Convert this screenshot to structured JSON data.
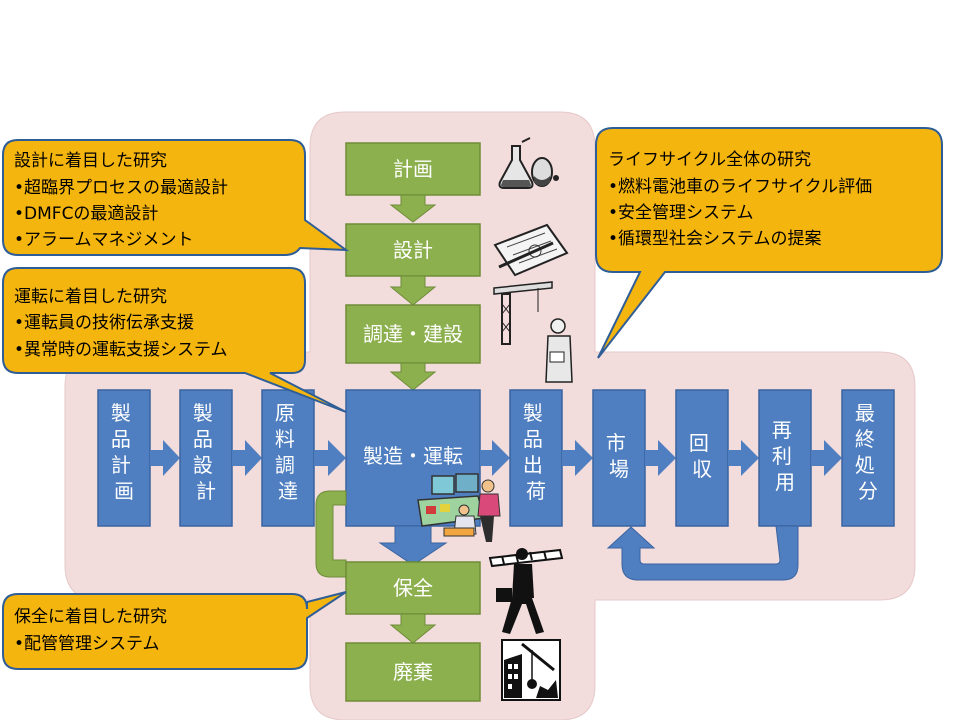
{
  "colors": {
    "background_band": "#f2dcdc",
    "green_box": "#8db04f",
    "green_border": "#6e8c37",
    "blue_box": "#4f7fc1",
    "blue_border": "#3a64a0",
    "callout_fill": "#f5b50f",
    "callout_border": "#2f5e97"
  },
  "vertical_flow": {
    "plan": "計画",
    "design": "設計",
    "procure_build": "調達・建設",
    "operate": "製造・運転",
    "maintain": "保全",
    "dispose": "廃棄"
  },
  "horizontal_flow": {
    "product_plan": [
      "製",
      "品",
      "計",
      "画"
    ],
    "product_design": [
      "製",
      "品",
      "設",
      "計"
    ],
    "material_procure": [
      "原",
      "料",
      "調",
      "達"
    ],
    "shipment": [
      "製",
      "品",
      "出",
      "荷"
    ],
    "market": [
      "市",
      "場"
    ],
    "collect": [
      "回",
      "収"
    ],
    "reuse": [
      "再",
      "利",
      "用"
    ],
    "final": [
      "最",
      "終",
      "処",
      "分"
    ]
  },
  "callouts": {
    "design": {
      "lines": [
        "設計に着目した研究",
        "•超臨界プロセスの最適設計",
        "•DMFCの最適設計",
        "•アラームマネジメント"
      ]
    },
    "operation": {
      "lines": [
        "運転に着目した研究",
        "•運転員の技術伝承支援",
        "•異常時の運転支援システム"
      ]
    },
    "lifecycle": {
      "lines": [
        "ライフサイクル全体の研究",
        "•燃料電池車のライフサイクル評価",
        "•安全管理システム",
        "•循環型社会システムの提案"
      ]
    },
    "maintenance": {
      "lines": [
        "保全に着目した研究",
        "•配管管理システム"
      ]
    }
  },
  "icons": {
    "plan": "flask-icon",
    "design": "blueprint-icon",
    "build": "crane-worker-icon",
    "operate": "control-room-icon",
    "maintain": "ladder-worker-icon",
    "dispose": "demolition-icon"
  }
}
